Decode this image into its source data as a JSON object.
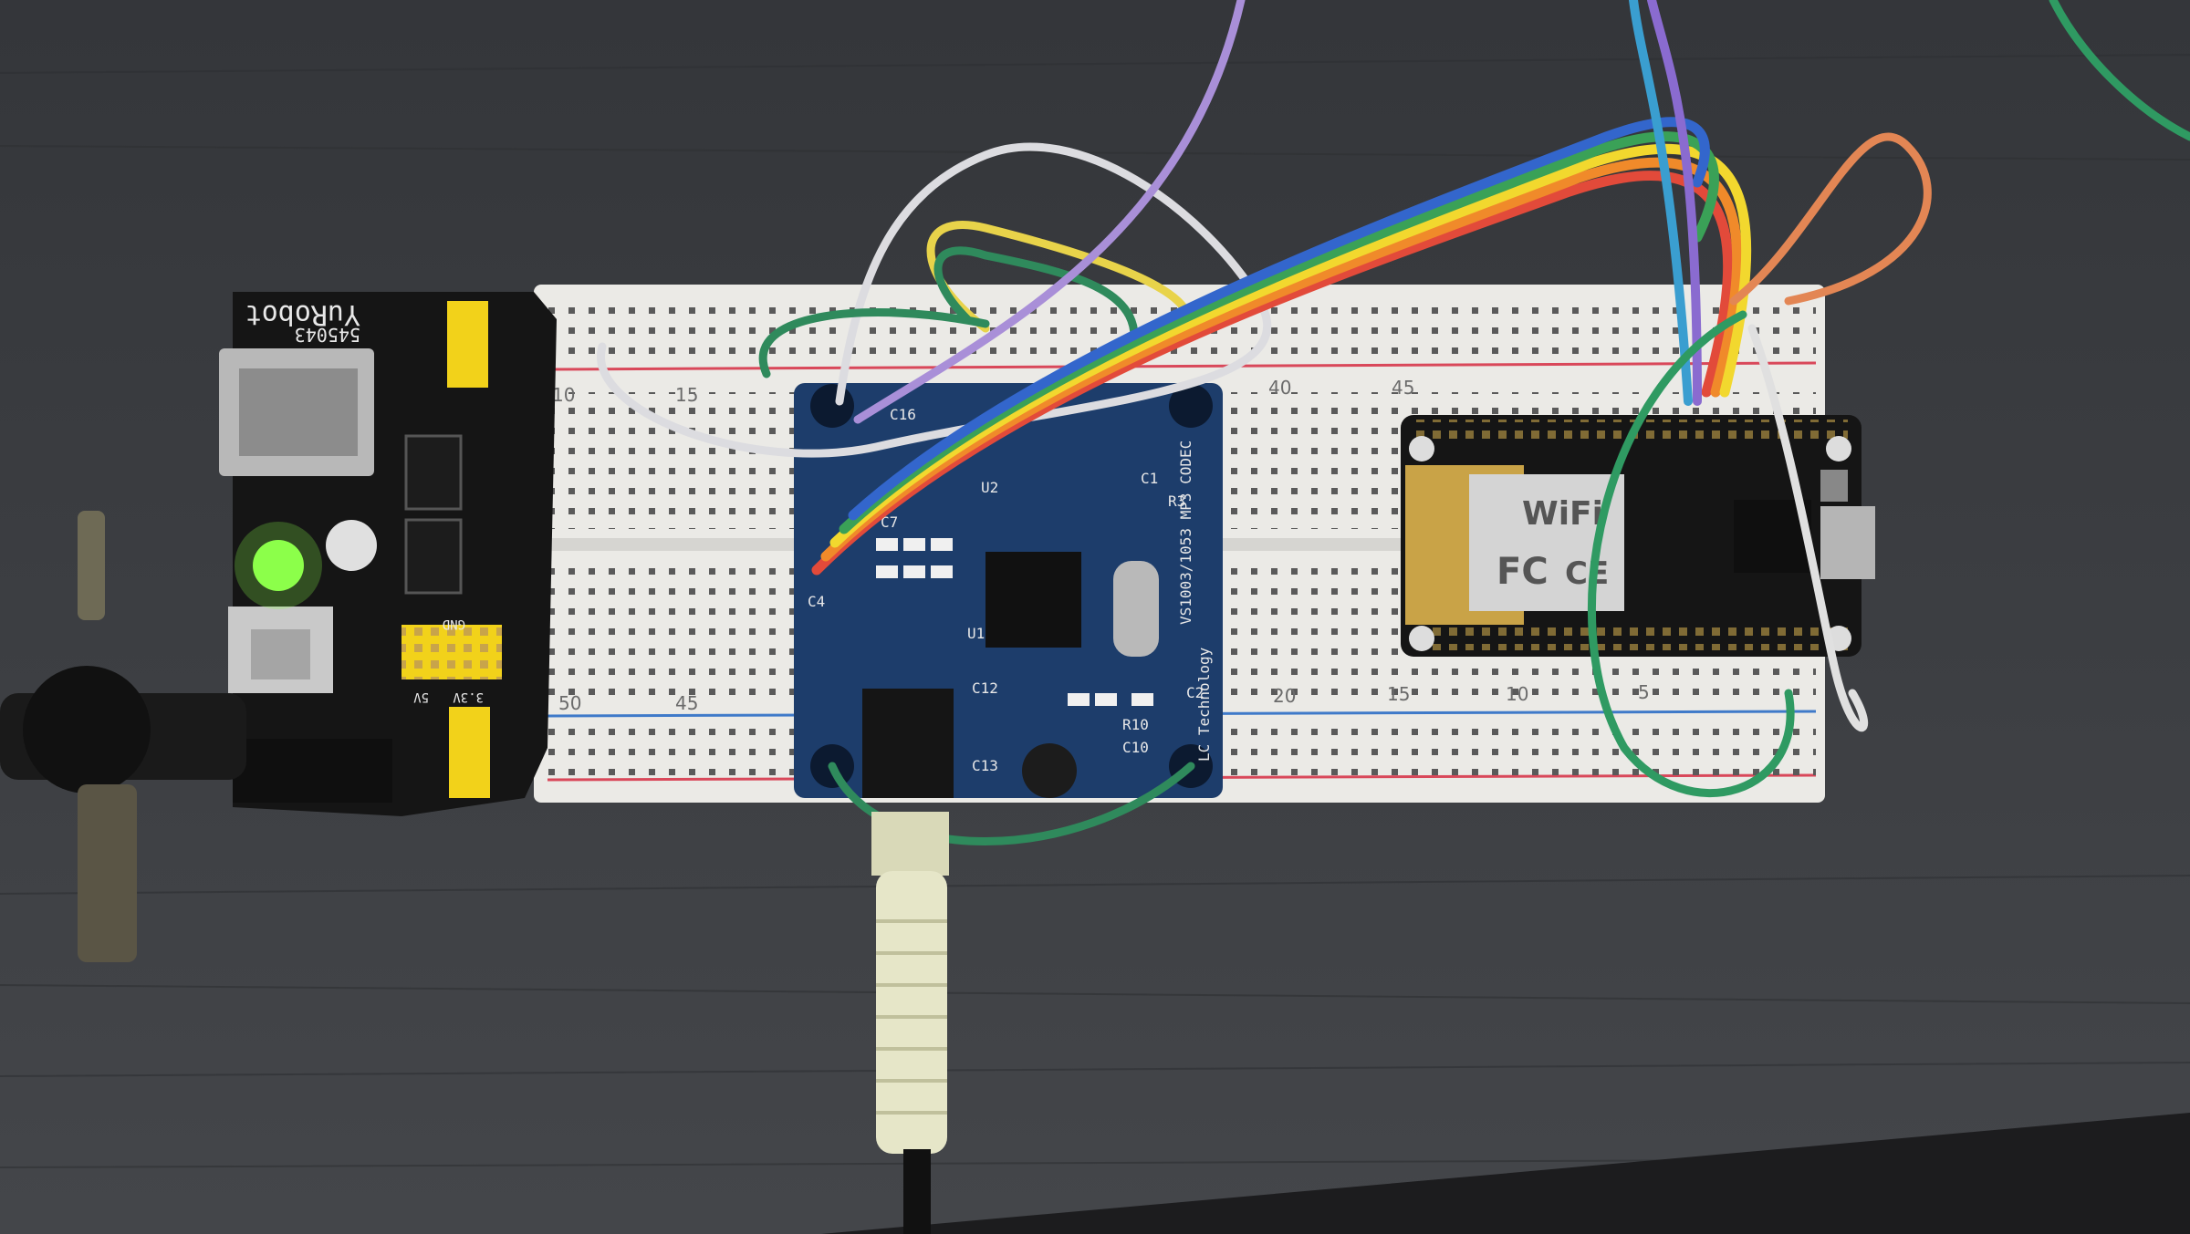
{
  "photo": {
    "power_module": {
      "brand": "YuRobot",
      "model": "545043",
      "voltage_labels": [
        "3.3V",
        "5V"
      ],
      "ground_label": "GND"
    },
    "breadboard": {
      "top_row_numbers": [
        "10",
        "15",
        "45",
        "40"
      ],
      "bottom_row_numbers": [
        "50",
        "45",
        "20",
        "15",
        "10",
        "5"
      ]
    },
    "mp3_module": {
      "maker_text": "LC Technology",
      "chip_text": "VS1003/1053 MP3 CODEC",
      "labels": [
        "C16",
        "C4",
        "C7",
        "C12",
        "C13",
        "U1",
        "U2",
        "C1",
        "R3",
        "C2",
        "C10",
        "R10"
      ]
    },
    "wifi_board": {
      "labels": [
        "WiFi",
        "FC",
        "CE"
      ]
    },
    "colors": {
      "desk": "#3a3c3f",
      "breadboard": "#ebeae6",
      "pcb_black": "#151515",
      "pcb_blue": "#1d3d6b",
      "led_green": "#8dff4a",
      "plug_cream": "#e6e6c8"
    }
  }
}
